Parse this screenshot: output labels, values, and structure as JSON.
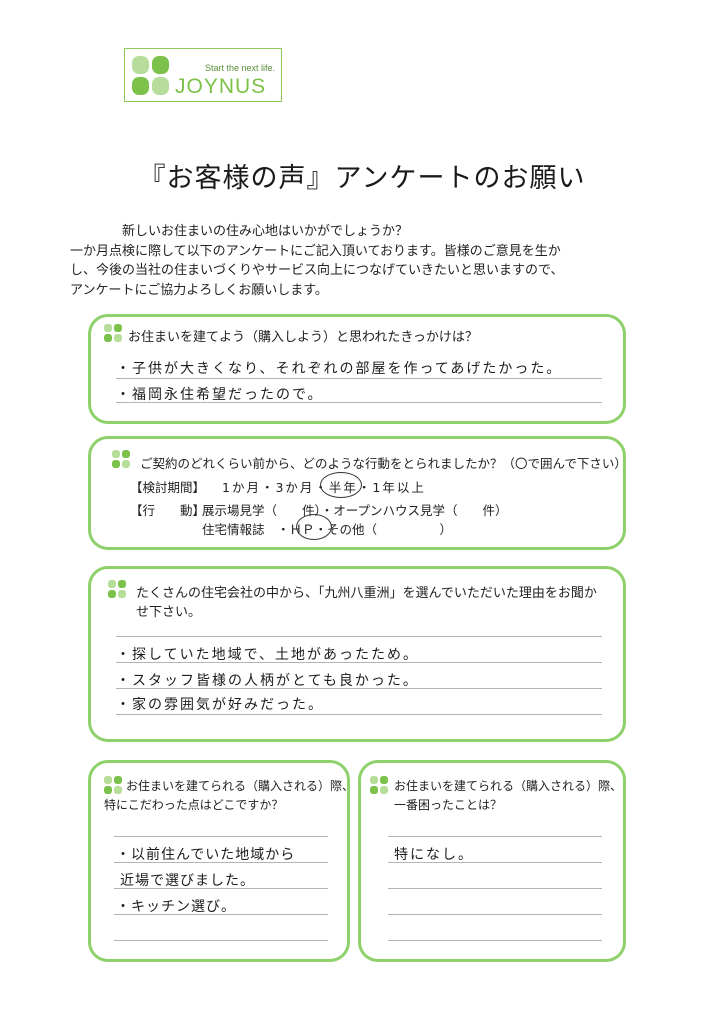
{
  "logo": {
    "tagline": "Start the next life.",
    "brand": "JOYNUS",
    "colors": {
      "light": "#b7dd9a",
      "dark": "#7cc24a"
    }
  },
  "title": "『お客様の声』アンケートのお願い",
  "intro": [
    "新しいお住まいの住み心地はいかがでしょうか？",
    "一か月点検に際して以下のアンケートにご記入頂いております。皆様のご意見を生か",
    "し、今後の当社の住まいづくりやサービス向上につなげていきたいと思いますので、",
    "アンケートにご協力よろしくお願いします。"
  ],
  "q1": {
    "question": "お住まいを建てよう（購入しよう）と思われたきっかけは？",
    "answers": [
      "・子供が大きくなり、それぞれの部屋を作ってあげたかった。",
      "・福岡永住希望だったので。"
    ]
  },
  "q2": {
    "question": "ご契約のどれくらい前から、どのような行動をとられましたか？（〇で囲んで下さい）",
    "period_label": "【検討期間】",
    "period_options": "1か月・3か月・半年・1年以上",
    "action_label": "【行　　動】",
    "action_line1": "展示場見学（　　件）・オープンハウス見学（　　件）",
    "action_line2": "住宅情報誌　・ＨＰ・その他（　　　　　）",
    "circled_period": "半年",
    "circled_action": "ＨＰ"
  },
  "q3": {
    "question_line1": "たくさんの住宅会社の中から、「九州八重洲」を選んでいただいた理由をお聞か",
    "question_line2": "せ下さい。",
    "answers": [
      "・探していた地域で、土地があったため。",
      "・スタッフ皆様の人柄がとても良かった。",
      "・家の雰囲気が好みだった。"
    ]
  },
  "q4": {
    "question_line1": "お住まいを建てられる（購入される）際、",
    "question_line2": "特にこだわった点はどこですか？",
    "answers": [
      "・以前住んでいた地域から",
      "近場で選びました。",
      "・キッチン選び。"
    ]
  },
  "q5": {
    "question_line1": "お住まいを建てられる（購入される）際、",
    "question_line2": "一番困ったことは？",
    "answers": [
      "特になし。"
    ]
  },
  "accent_color": "#8ed06a"
}
